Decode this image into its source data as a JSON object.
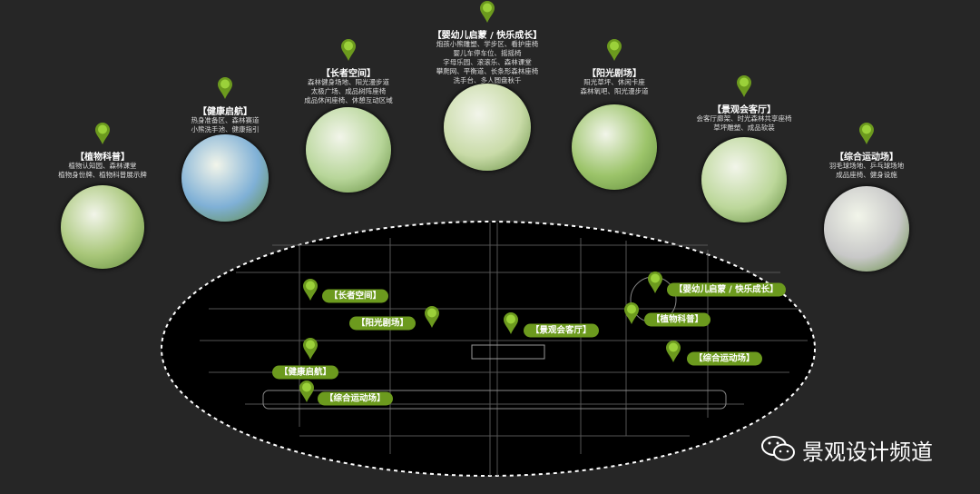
{
  "colors": {
    "background": "#262626",
    "pin": "#7cb32a",
    "label": "#6c9a1e"
  },
  "nodes": [
    {
      "title": "【植物科普】",
      "desc": [
        "植物认知园、森林课堂",
        "植物身份牌、植物科普展示牌"
      ],
      "scene": "#a9c77a"
    },
    {
      "title": "【健康启航】",
      "desc": [
        "热身准备区、森林赛道",
        "小熊洗手池、健康指引"
      ],
      "scene": "#7fb0d6"
    },
    {
      "title": "【长者空间】",
      "desc": [
        "森林健身场地、阳光漫步道",
        "太极广场、成品树阵座椅",
        "成品休闲座椅、休憩互动区域"
      ],
      "scene": "#b8d69a"
    },
    {
      "title": "【婴幼儿启蒙 / 快乐成长】",
      "desc": [
        "炮孩小熊雕塑、学步区、看护座椅",
        "婴儿车停车位、摇摇椅",
        "字母乐园、滚滚乐、森林课堂",
        "攀爬网、平衡道、长条形森林座椅",
        "洗手台、多人圆盘秋千"
      ],
      "scene": "#c9dba8"
    },
    {
      "title": "【阳光剧场】",
      "desc": [
        "阳光草坪、休闲卡座",
        "森林氧吧、阳光漫步道"
      ],
      "scene": "#9cc46a"
    },
    {
      "title": "【景观会客厅】",
      "desc": [
        "会客厅廊架、时光森林共享座椅",
        "草坪雕塑、成品软装"
      ],
      "scene": "#bcd79a"
    },
    {
      "title": "【综合运动场】",
      "desc": [
        "羽毛球场地、乒乓球场地",
        "成品座椅、健身设施"
      ],
      "scene": "#c8c8c8"
    }
  ],
  "map_labels": [
    "【长者空间】",
    "【阳光剧场】",
    "【景观会客厅】",
    "【婴幼儿启蒙 / 快乐成长】",
    "【植物科普】",
    "【综合运动场】",
    "【健康启航】",
    "【综合运动场】"
  ],
  "watermark": "景观设计频道"
}
